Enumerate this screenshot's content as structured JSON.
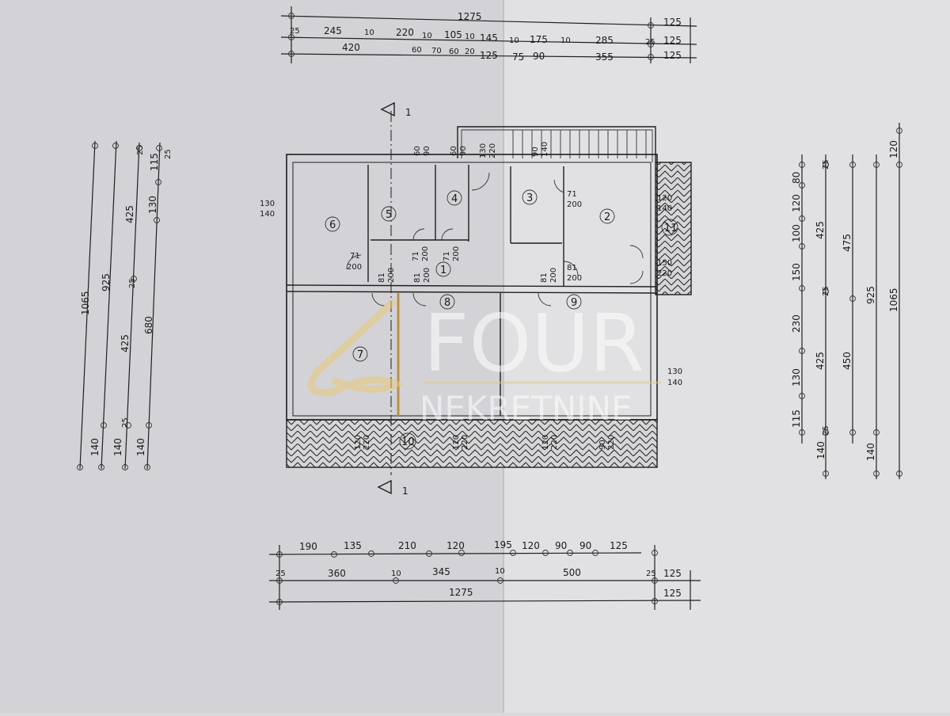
{
  "colors": {
    "paper_left": "#d3d3d7",
    "paper_right": "#e2e2e4",
    "ink": "#1f1f1f",
    "watermark_logo": "#e8c878"
  },
  "section_marker": {
    "top": "1",
    "bottom": "1"
  },
  "rooms": [
    "1",
    "2",
    "3",
    "4",
    "5",
    "6",
    "7",
    "8",
    "9",
    "10",
    "11"
  ],
  "openings": {
    "left_window": [
      "130",
      "140"
    ],
    "top_w1": [
      "60",
      "90"
    ],
    "top_w2": [
      "60",
      "90"
    ],
    "top_door": [
      "130",
      "220"
    ],
    "top_w3": [
      "90",
      "140"
    ],
    "door6": [
      "71",
      "200"
    ],
    "door5": [
      "71",
      "200"
    ],
    "door4": [
      "71",
      "200"
    ],
    "door3": [
      "71",
      "200"
    ],
    "door_c1": [
      "81",
      "200"
    ],
    "door_c2": [
      "81",
      "200"
    ],
    "door_c3": [
      "81",
      "200"
    ],
    "door2": [
      "81",
      "200"
    ],
    "right_w2": [
      "120",
      "140"
    ],
    "right_door2": [
      "150",
      "220"
    ],
    "right_w9": [
      "130",
      "140"
    ],
    "bal1": [
      "120",
      "220"
    ],
    "bal2": [
      "120",
      "220"
    ],
    "bal3": [
      "120",
      "220"
    ],
    "bal4": [
      "90",
      "220"
    ]
  },
  "dims": {
    "top": {
      "row1": [
        "1275",
        "125"
      ],
      "row2": [
        "25",
        "245",
        "10",
        "220",
        "10",
        "105",
        "10",
        "145",
        "10",
        "175",
        "10",
        "285",
        "25",
        "125"
      ],
      "row3": [
        "420",
        "60",
        "70",
        "60",
        "20",
        "125",
        "75",
        "90",
        "355",
        "125"
      ]
    },
    "bottom": {
      "row1": [
        "190",
        "135",
        "210",
        "120",
        "195",
        "120",
        "90",
        "90",
        "125"
      ],
      "row2": [
        "25",
        "360",
        "10",
        "345",
        "10",
        "500",
        "25",
        "125"
      ],
      "row3": [
        "1275",
        "125"
      ]
    },
    "left": [
      "1065",
      "925",
      "425",
      "25",
      "25",
      "425",
      "25",
      "680",
      "115",
      "130",
      "140",
      "140",
      "140",
      "25"
    ],
    "right": [
      "80",
      "120",
      "100",
      "150",
      "230",
      "130",
      "115",
      "140",
      "425",
      "25",
      "25",
      "425",
      "25",
      "475",
      "450",
      "925",
      "140",
      "1065",
      "120"
    ]
  },
  "watermark": {
    "line1": "FOUR",
    "line2": "NEKRETNINE"
  }
}
